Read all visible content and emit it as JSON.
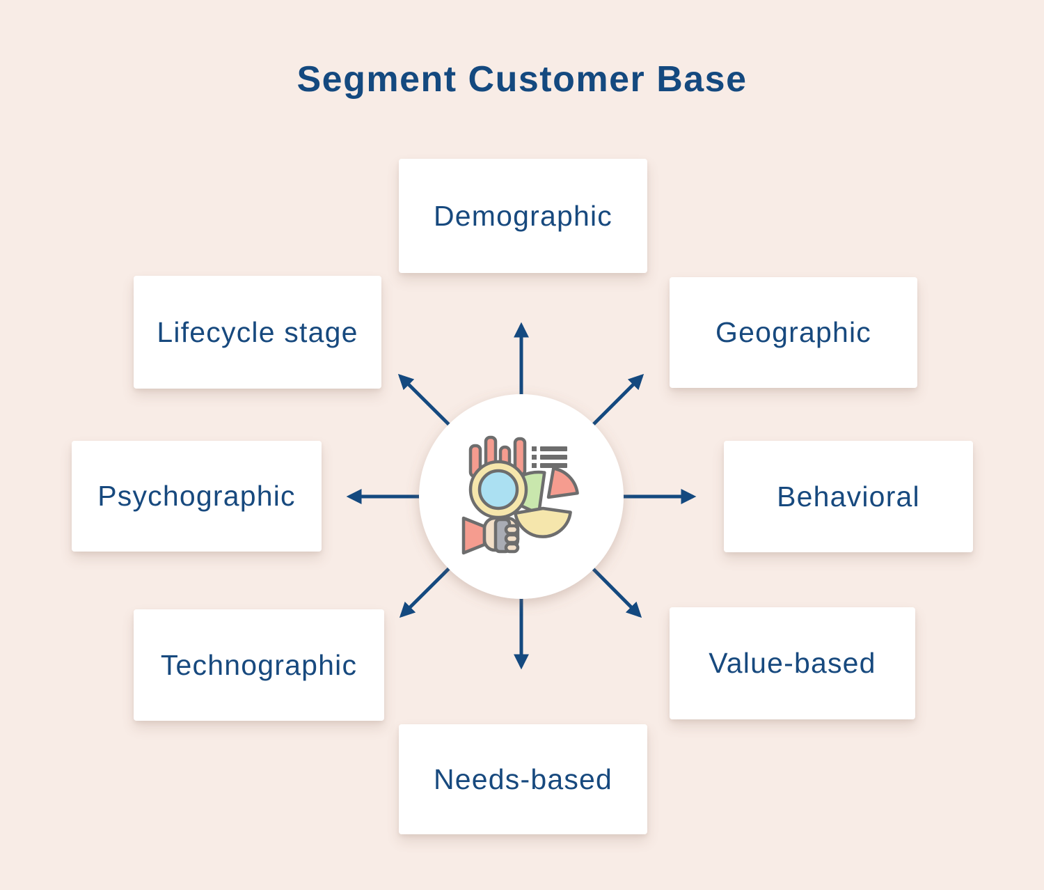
{
  "title": "Segment Customer Base",
  "center": {
    "icon": "market-research-icon",
    "description": "magnifying glass over bar chart and pie chart held by a hand"
  },
  "nodes": [
    {
      "id": "demographic",
      "label": "Demographic",
      "position": "top"
    },
    {
      "id": "geographic",
      "label": "Geographic",
      "position": "top-right"
    },
    {
      "id": "behavioral",
      "label": "Behavioral",
      "position": "right"
    },
    {
      "id": "value-based",
      "label": "Value-based",
      "position": "bottom-right"
    },
    {
      "id": "needs-based",
      "label": "Needs-based",
      "position": "bottom"
    },
    {
      "id": "technographic",
      "label": "Technographic",
      "position": "bottom-left"
    },
    {
      "id": "psychographic",
      "label": "Psychographic",
      "position": "left"
    },
    {
      "id": "lifecycle-stage",
      "label": "Lifecycle stage",
      "position": "top-left"
    }
  ],
  "colors": {
    "bg": "#F8ECE6",
    "navy": "#14497F",
    "text": "#17497E",
    "white": "#FFFFFF",
    "salmon": "#F59C8F",
    "yellow": "#F5E6AC",
    "blue": "#ABE0F2",
    "green": "#C9E7AD",
    "beige": "#F2DFC8",
    "gray": "#6D6D6D",
    "handle": "#A9ACB4"
  }
}
